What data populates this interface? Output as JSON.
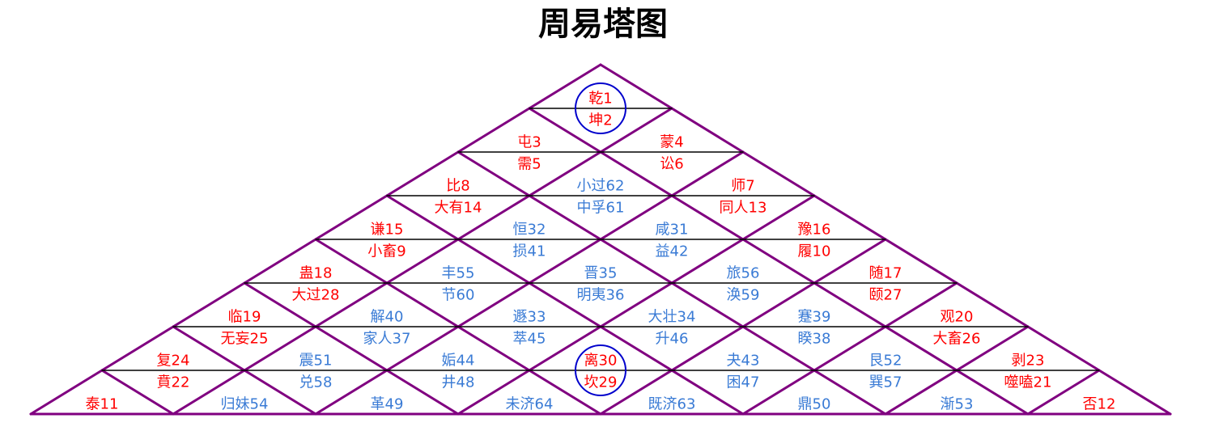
{
  "title": "周易塔图",
  "colors": {
    "outline": "#800080",
    "divider": "#000000",
    "red": "#ff0000",
    "blue": "#3a7bd5",
    "circle": "#0000cc"
  },
  "rows": [
    [
      {
        "top": "乾1",
        "bottom": "坤2",
        "c": "red"
      }
    ],
    [
      {
        "top": "屯3",
        "bottom": "需5",
        "c": "red"
      },
      {
        "top": "蒙4",
        "bottom": "讼6",
        "c": "red"
      }
    ],
    [
      {
        "top": "比8",
        "bottom": "大有14",
        "c": "red"
      },
      {
        "top": "小过62",
        "bottom": "中孚61",
        "c": "blue"
      },
      {
        "top": "师7",
        "bottom": "同人13",
        "c": "red"
      }
    ],
    [
      {
        "top": "谦15",
        "bottom": "小畜9",
        "c": "red"
      },
      {
        "top": "恒32",
        "bottom": "损41",
        "c": "blue"
      },
      {
        "top": "咸31",
        "bottom": "益42",
        "c": "blue"
      },
      {
        "top": "豫16",
        "bottom": "履10",
        "c": "red"
      }
    ],
    [
      {
        "top": "蛊18",
        "bottom": "大过28",
        "c": "red"
      },
      {
        "top": "丰55",
        "bottom": "节60",
        "c": "blue"
      },
      {
        "top": "晋35",
        "bottom": "明夷36",
        "c": "blue"
      },
      {
        "top": "旅56",
        "bottom": "涣59",
        "c": "blue"
      },
      {
        "top": "随17",
        "bottom": "颐27",
        "c": "red"
      }
    ],
    [
      {
        "top": "临19",
        "bottom": "无妄25",
        "c": "red"
      },
      {
        "top": "解40",
        "bottom": "家人37",
        "c": "blue"
      },
      {
        "top": "遯33",
        "bottom": "萃45",
        "c": "blue"
      },
      {
        "top": "大壮34",
        "bottom": "升46",
        "c": "blue"
      },
      {
        "top": "蹇39",
        "bottom": "睽38",
        "c": "blue"
      },
      {
        "top": "观20",
        "bottom": "大畜26",
        "c": "red"
      }
    ],
    [
      {
        "top": "复24",
        "bottom": "賁22",
        "c": "red"
      },
      {
        "top": "震51",
        "bottom": "兑58",
        "c": "blue"
      },
      {
        "top": "姤44",
        "bottom": "井48",
        "c": "blue"
      },
      {
        "top": "离30",
        "bottom": "坎29",
        "c": "red"
      },
      {
        "top": "夬43",
        "bottom": "困47",
        "c": "blue"
      },
      {
        "top": "艮52",
        "bottom": "巽57",
        "c": "blue"
      },
      {
        "top": "剥23",
        "bottom": "噬嗑21",
        "c": "red"
      }
    ]
  ],
  "base": [
    {
      "t": "泰11",
      "c": "red"
    },
    {
      "t": "归妹54",
      "c": "blue"
    },
    {
      "t": "革49",
      "c": "blue"
    },
    {
      "t": "未济64",
      "c": "blue"
    },
    {
      "t": "既济63",
      "c": "blue"
    },
    {
      "t": "鼎50",
      "c": "blue"
    },
    {
      "t": "渐53",
      "c": "blue"
    },
    {
      "t": "否12",
      "c": "red"
    }
  ],
  "circled_cells": [
    [
      0,
      0
    ],
    [
      6,
      3
    ]
  ]
}
